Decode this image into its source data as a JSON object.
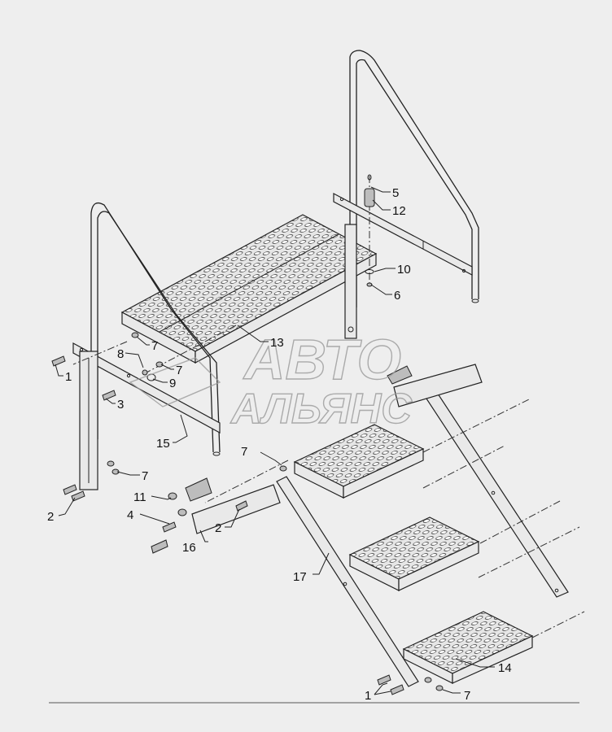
{
  "watermark": {
    "line1": "АВТО",
    "line2": "АЛЬЯНС"
  },
  "callouts": [
    {
      "id": "c5",
      "text": "5"
    },
    {
      "id": "c12",
      "text": "12"
    },
    {
      "id": "c10",
      "text": "10"
    },
    {
      "id": "c6",
      "text": "6"
    },
    {
      "id": "c13",
      "text": "13"
    },
    {
      "id": "c7a",
      "text": "7"
    },
    {
      "id": "c8",
      "text": "8"
    },
    {
      "id": "c7b",
      "text": "7"
    },
    {
      "id": "c9",
      "text": "9"
    },
    {
      "id": "c1a",
      "text": "1"
    },
    {
      "id": "c3",
      "text": "3"
    },
    {
      "id": "c15",
      "text": "15"
    },
    {
      "id": "c7c",
      "text": "7"
    },
    {
      "id": "c7d",
      "text": "7"
    },
    {
      "id": "c2a",
      "text": "2"
    },
    {
      "id": "c11",
      "text": "11"
    },
    {
      "id": "c4",
      "text": "4"
    },
    {
      "id": "c16",
      "text": "16"
    },
    {
      "id": "c2b",
      "text": "2"
    },
    {
      "id": "c17",
      "text": "17"
    },
    {
      "id": "c14",
      "text": "14"
    },
    {
      "id": "c1b",
      "text": "1"
    },
    {
      "id": "c7e",
      "text": "7"
    }
  ]
}
